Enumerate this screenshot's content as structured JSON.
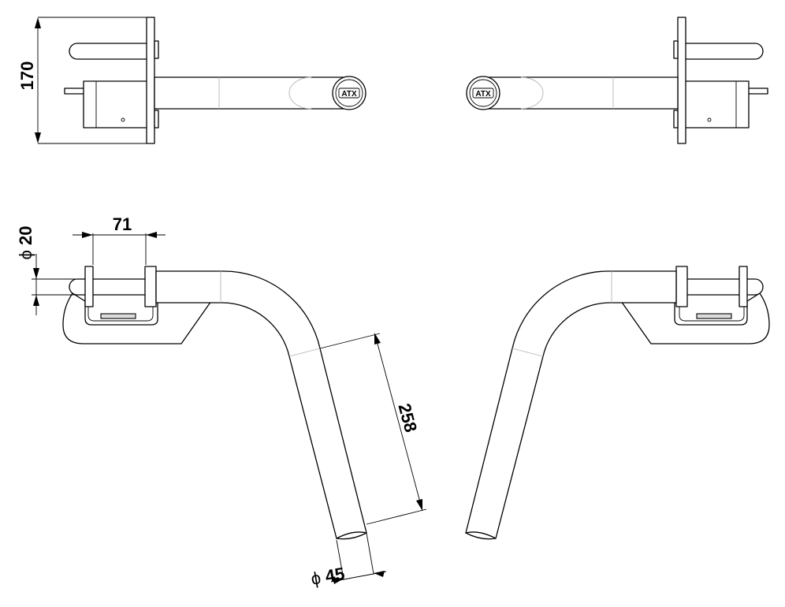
{
  "dimensions": {
    "height": "170",
    "width": "71",
    "pin_diameter": "20",
    "arm_length": "258",
    "tube_diameter": "45",
    "diameter_symbol": "ϕ"
  },
  "logo": "ATX"
}
